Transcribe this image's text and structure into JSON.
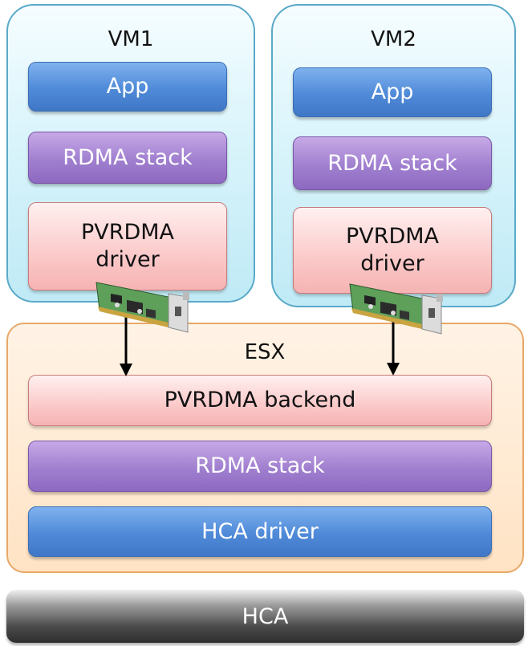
{
  "vm1": {
    "title": "VM1",
    "app": "App",
    "rdma_stack": "RDMA stack",
    "driver_line1": "PVRDMA",
    "driver_line2": "driver"
  },
  "vm2": {
    "title": "VM2",
    "app": "App",
    "rdma_stack": "RDMA stack",
    "driver_line1": "PVRDMA",
    "driver_line2": "driver"
  },
  "esx": {
    "title": "ESX",
    "backend": "PVRDMA backend",
    "rdma_stack": "RDMA stack",
    "hca_driver": "HCA driver"
  },
  "hca": {
    "label": "HCA"
  },
  "colors": {
    "vm_border": "#5aa9c8",
    "esx_border": "#e8a868",
    "blue_box": "#4f8ad8",
    "purple_box": "#a07fcf",
    "pink_box": "#fbc9c9",
    "hca_bar": "#4a4a4a"
  },
  "icons": {
    "nic": "network-card-icon",
    "arrow": "arrow-down-icon"
  }
}
